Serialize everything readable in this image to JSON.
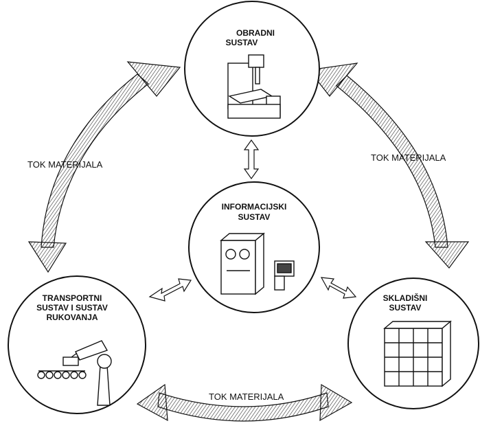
{
  "nodes": {
    "processing": {
      "line1": "OBRADNI",
      "line2": "SUSTAV"
    },
    "information": {
      "line1": "INFORMACIJSKI",
      "line2": "SUSTAV"
    },
    "transport": {
      "line1": "TRANSPORTNI",
      "line2": "SUSTAV I SUSTAV",
      "line3": "RUKOVANJA"
    },
    "storage": {
      "line1": "SKLADIŠNI",
      "line2": "SUSTAV"
    }
  },
  "flows": {
    "left": "TOK MATERIJALA",
    "right": "TOK MATERIJALA",
    "bottom": "TOK MATERIJALA"
  },
  "colors": {
    "ink": "#111111",
    "paper": "#ffffff"
  }
}
